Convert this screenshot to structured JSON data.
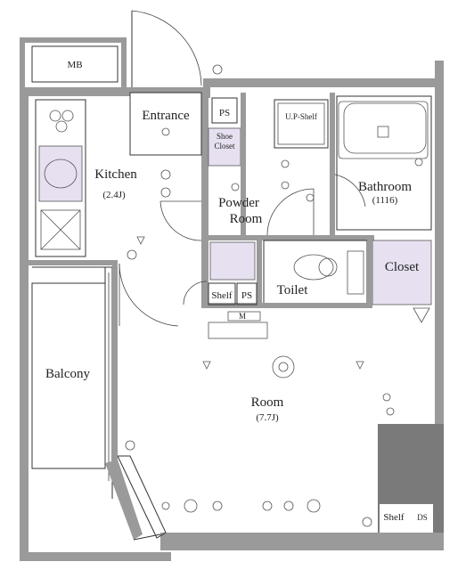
{
  "rooms": {
    "mb": "MB",
    "entrance": "Entrance",
    "ps_top": "PS",
    "shoe_closet": "Shoe Closet",
    "kitchen": "Kitchen",
    "kitchen_size": "(2.4J)",
    "powder_room_1": "Powder",
    "powder_room_2": "Room",
    "bathroom": "Bathroom",
    "bathroom_size": "(1116)",
    "up_shelf": "U.P-Shelf",
    "toilet": "Toilet",
    "closet": "Closet",
    "shelf_left": "Shelf",
    "ps_bottom": "PS",
    "balcony": "Balcony",
    "room": "Room",
    "room_size": "(7.7J)",
    "shelf_right": "Shelf",
    "ds": "DS",
    "m_box": "M"
  },
  "colors": {
    "wall": "#9a9a9a",
    "closet_fill": "#e6e0f0",
    "line": "#333333"
  }
}
